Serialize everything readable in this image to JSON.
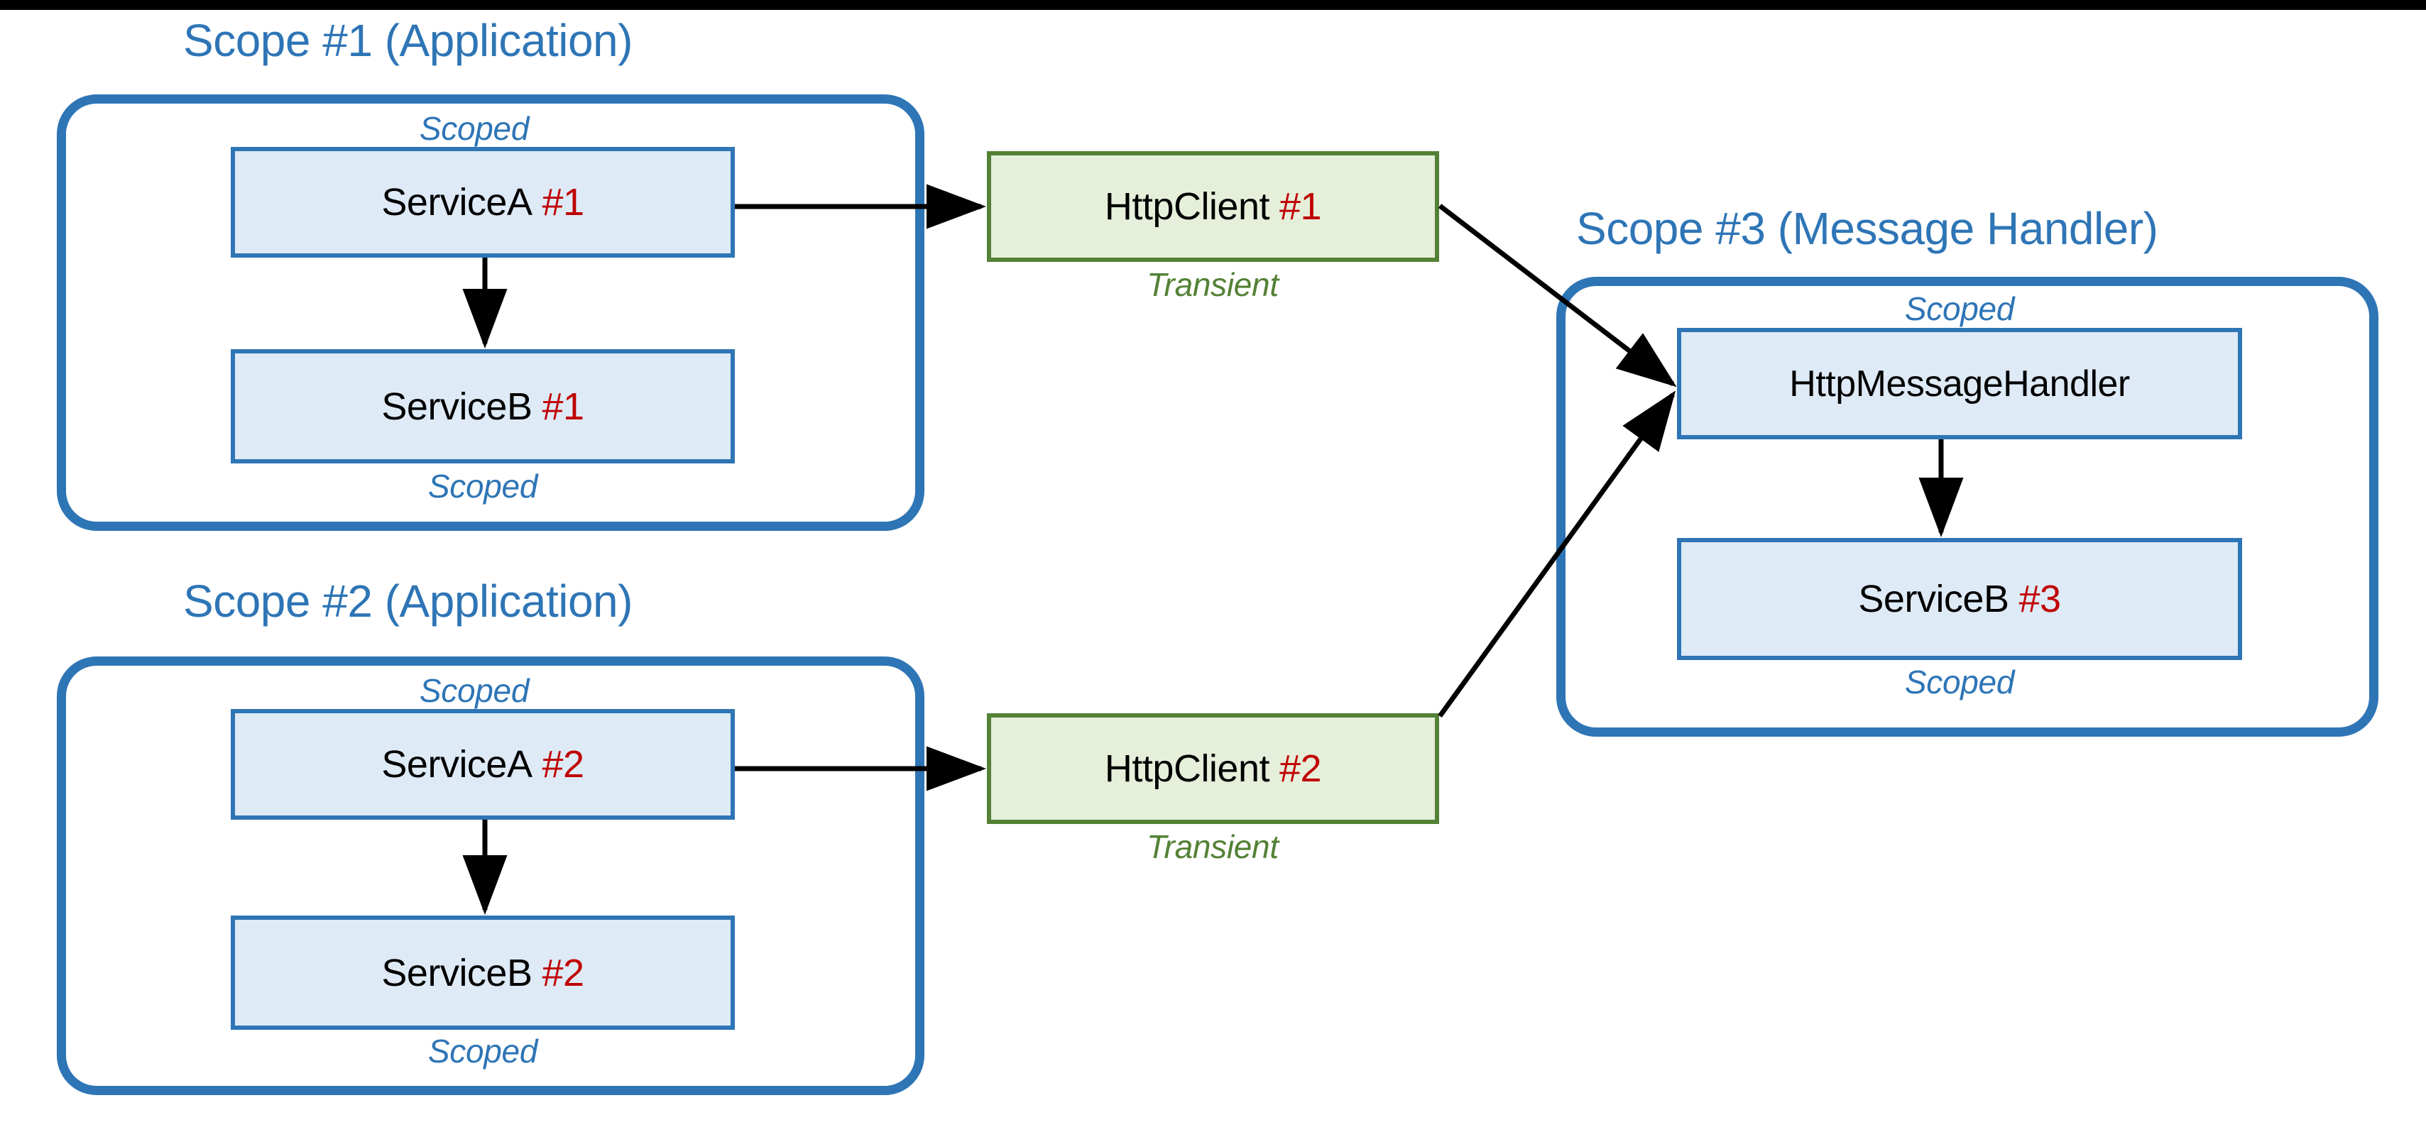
{
  "diagram": {
    "title_color": "#2E75B6",
    "accent_blue": "#2E75B6",
    "node_blue_fill": "#DEEAF6",
    "node_green_fill": "#E5EFDA",
    "node_green_border": "#538135",
    "number_red": "#C00000",
    "edge_black": "#000000"
  },
  "scopes": [
    {
      "id": "scope-1",
      "title": "Scope #1 (Application)",
      "top_label": "Scoped",
      "bottom_label": "Scoped",
      "nodes": [
        {
          "id": "servicea-1",
          "name": "ServiceA",
          "num": "#1"
        },
        {
          "id": "serviceb-1",
          "name": "ServiceB",
          "num": "#1"
        }
      ]
    },
    {
      "id": "scope-2",
      "title": "Scope #2 (Application)",
      "top_label": "Scoped",
      "bottom_label": "Scoped",
      "nodes": [
        {
          "id": "servicea-2",
          "name": "ServiceA",
          "num": "#2"
        },
        {
          "id": "serviceb-2",
          "name": "ServiceB",
          "num": "#2"
        }
      ]
    },
    {
      "id": "scope-3",
      "title": "Scope #3 (Message Handler)",
      "top_label": "Scoped",
      "bottom_label": "Scoped",
      "nodes": [
        {
          "id": "httpmessagehandler",
          "name": "HttpMessageHandler",
          "num": ""
        },
        {
          "id": "serviceb-3",
          "name": "ServiceB",
          "num": "#3"
        }
      ]
    }
  ],
  "clients": [
    {
      "id": "httpclient-1",
      "name": "HttpClient",
      "num": "#1",
      "lifetime": "Transient"
    },
    {
      "id": "httpclient-2",
      "name": "HttpClient",
      "num": "#2",
      "lifetime": "Transient"
    }
  ],
  "edges": [
    {
      "from": "servicea-1",
      "to": "serviceb-1"
    },
    {
      "from": "servicea-1",
      "to": "httpclient-1"
    },
    {
      "from": "httpclient-1",
      "to": "httpmessagehandler"
    },
    {
      "from": "servicea-2",
      "to": "serviceb-2"
    },
    {
      "from": "servicea-2",
      "to": "httpclient-2"
    },
    {
      "from": "httpclient-2",
      "to": "httpmessagehandler"
    },
    {
      "from": "httpmessagehandler",
      "to": "serviceb-3"
    }
  ]
}
